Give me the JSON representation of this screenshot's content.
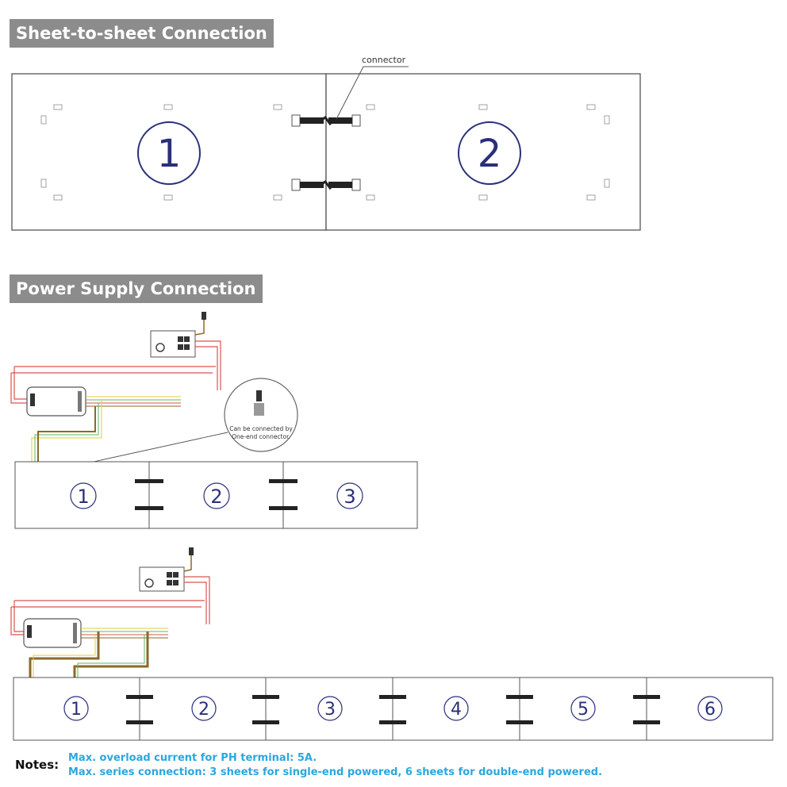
{
  "headers": {
    "sheet_to_sheet": "Sheet-to-sheet Connection",
    "power_supply": "Power Supply Connection"
  },
  "labels": {
    "connector": "connector",
    "inset_line1": "Can be connected by",
    "inset_line2": "One-end connector."
  },
  "top_diagram": {
    "sheets": [
      "1",
      "2"
    ]
  },
  "single_end": {
    "sheets": [
      "1",
      "2",
      "3"
    ]
  },
  "double_end": {
    "sheets": [
      "1",
      "2",
      "3",
      "4",
      "5",
      "6"
    ]
  },
  "notes": {
    "label": "Notes:",
    "items": [
      "Max. overload current for PH terminal: 5A.",
      "Max. series connection: 3 sheets for single-end powered, 6 sheets for double-end powered."
    ]
  },
  "colors": {
    "header_bg": "#8c8c8c",
    "number_circle": "#2a2f7a",
    "note_text": "#2aa7e0",
    "wire_red": "#d9534f",
    "wire_yellow": "#e8c93a",
    "wire_green": "#5cb85c",
    "wire_brown": "#8a6a2a"
  }
}
